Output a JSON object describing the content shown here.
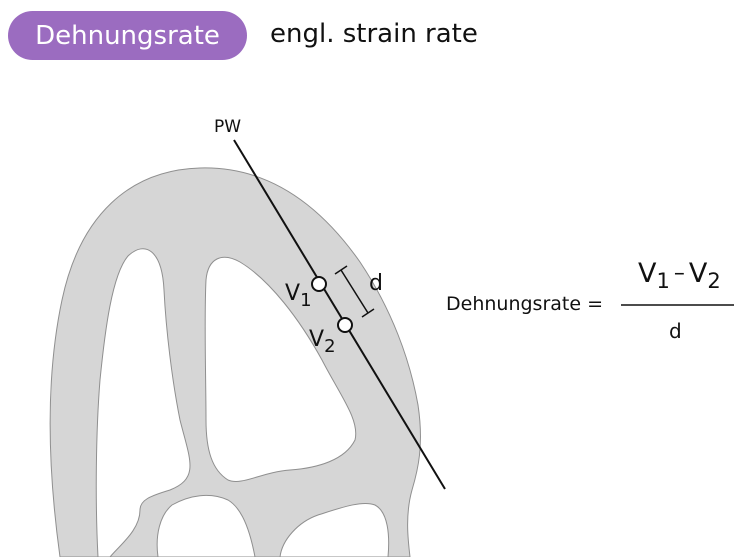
{
  "header": {
    "badge": "Dehnungsrate",
    "subtitle": "engl. strain rate"
  },
  "diagram": {
    "beam_label": "PW",
    "point1": "V",
    "point1_sub": "1",
    "point2": "V",
    "point2_sub": "2",
    "distance_label": "d"
  },
  "formula": {
    "lhs": "Dehnungsrate =",
    "num_v1": "V",
    "num_sub1": "1",
    "minus": "–",
    "num_v2": "V",
    "num_sub2": "2",
    "denominator": "d"
  },
  "colors": {
    "badge": "#9b6cc0",
    "tissue": "#d6d6d6",
    "tissue_edge": "#8f8f8f"
  }
}
